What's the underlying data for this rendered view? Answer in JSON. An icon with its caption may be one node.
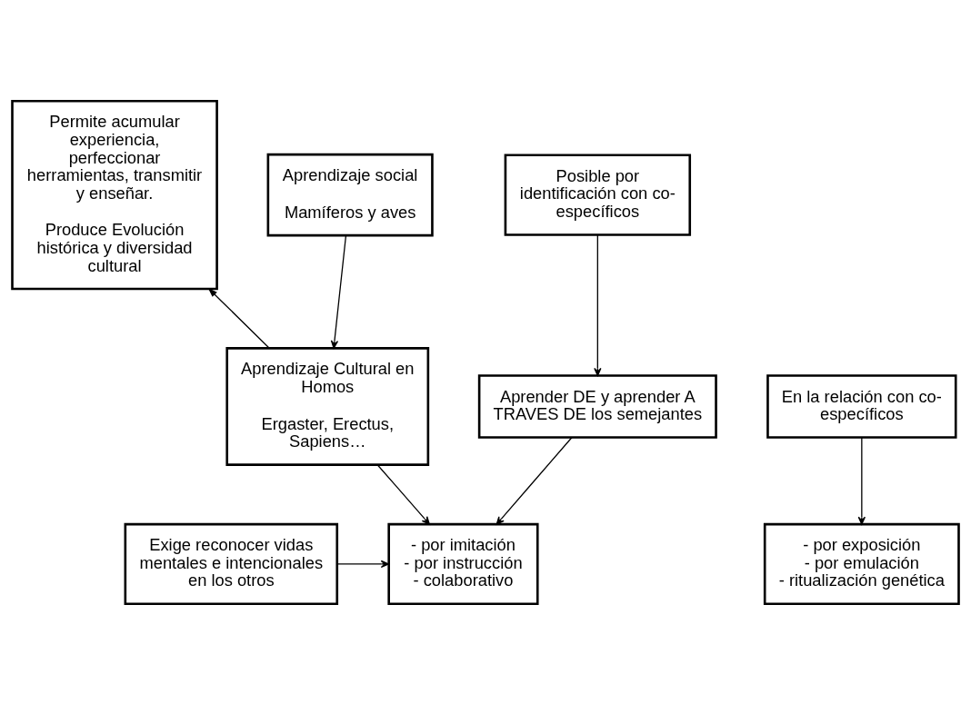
{
  "diagram": {
    "nodes": [
      {
        "text": [
          "Permite acumular experiencia, perfeccionar herramientas, transmitir y enseñar.",
          "Produce Evolución histórica y diversidad cultural"
        ]
      },
      {
        "text": [
          "Aprendizaje social",
          "Mamíferos y aves"
        ]
      },
      {
        "text": [
          "Posible por identificación con co-específicos"
        ]
      },
      {
        "text": [
          "Aprendizaje Cultural en Homos",
          "Ergaster, Erectus, Sapiens…"
        ]
      },
      {
        "text": [
          "En la relación con co-específicos"
        ]
      },
      {
        "text": [
          "Aprender DE y aprender A TRAVES DE los semejantes"
        ]
      },
      {
        "text": [
          "- por exposición - por emulación - ritualización genética"
        ]
      },
      {
        "text": [
          "- por imitación - por instrucción - colaborativo"
        ]
      },
      {
        "text": [
          "Exige reconocer vidas mentales e intencionales en los otros"
        ]
      }
    ],
    "edges": [
      {
        "from": 1,
        "to": 3,
        "arrow": "to"
      },
      {
        "from": 3,
        "to": 0,
        "arrow": "to"
      },
      {
        "from": 2,
        "to": 5,
        "arrow": "to"
      },
      {
        "from": 4,
        "to": 6,
        "arrow": "to"
      },
      {
        "from": 3,
        "to": 7,
        "arrow": "to"
      },
      {
        "from": 5,
        "to": 7,
        "arrow": "to"
      },
      {
        "from": 8,
        "to": 7,
        "arrow": "to"
      }
    ]
  }
}
